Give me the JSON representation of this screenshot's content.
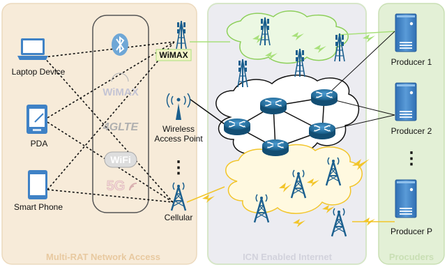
{
  "sections": {
    "access": "Multi-RAT Network Access",
    "icn": "ICN Enabled Internet",
    "producers": "Procuders"
  },
  "devices": {
    "laptop": "Laptop Device",
    "pda": "PDA",
    "phone": "Smart Phone"
  },
  "technologies": {
    "wimax": "WiMAX",
    "lte": "4GLTE",
    "wifi": "WiFi",
    "fiveg": "5G"
  },
  "access_points": {
    "wimax_tower": "WiMAX",
    "wap_line1": "Wireless",
    "wap_line2": "Access Point",
    "cellular": "Cellular",
    "ellipsis": "⋮"
  },
  "producers": {
    "p1": "Producer 1",
    "p2": "Producer 2",
    "pp": "Producer P",
    "ellipsis": "⋮"
  },
  "colors": {
    "access_bg": "#f7ebd9",
    "icn_bg": "#ececf1",
    "producers_bg": "#e3f0d6",
    "section_text": "#e8c9a0",
    "producers_text": "#c9dfb4",
    "device_blue": "#3f82c6",
    "server_blue": "#3f82c6",
    "router_blue": "#1c5f8a",
    "wimax_fill": "#f4f4c8",
    "green_link": "#a8e07a",
    "yellow_link": "#f2c52a"
  }
}
